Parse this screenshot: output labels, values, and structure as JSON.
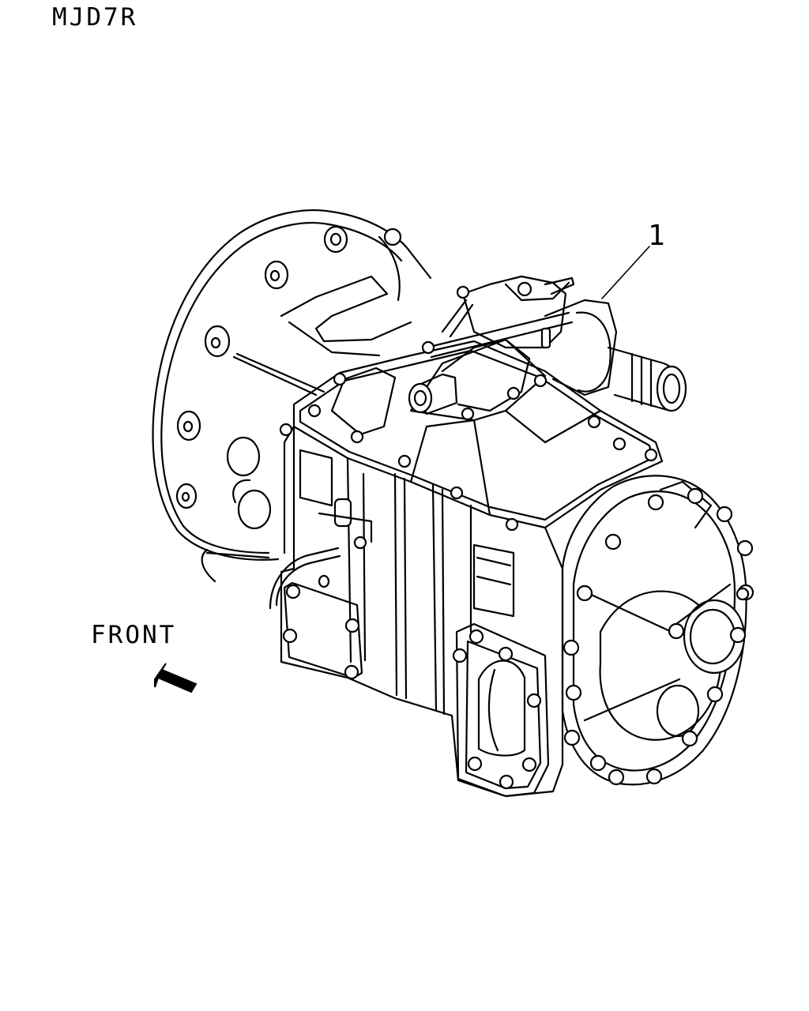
{
  "diagram": {
    "model_code": "MJD7R",
    "direction_label": "FRONT",
    "callouts": [
      {
        "number": "1",
        "part": "transmission-assembly"
      }
    ]
  },
  "icons": {
    "direction_arrow": "front-arrow-icon"
  },
  "colors": {
    "line": "#000000",
    "background": "#ffffff"
  }
}
